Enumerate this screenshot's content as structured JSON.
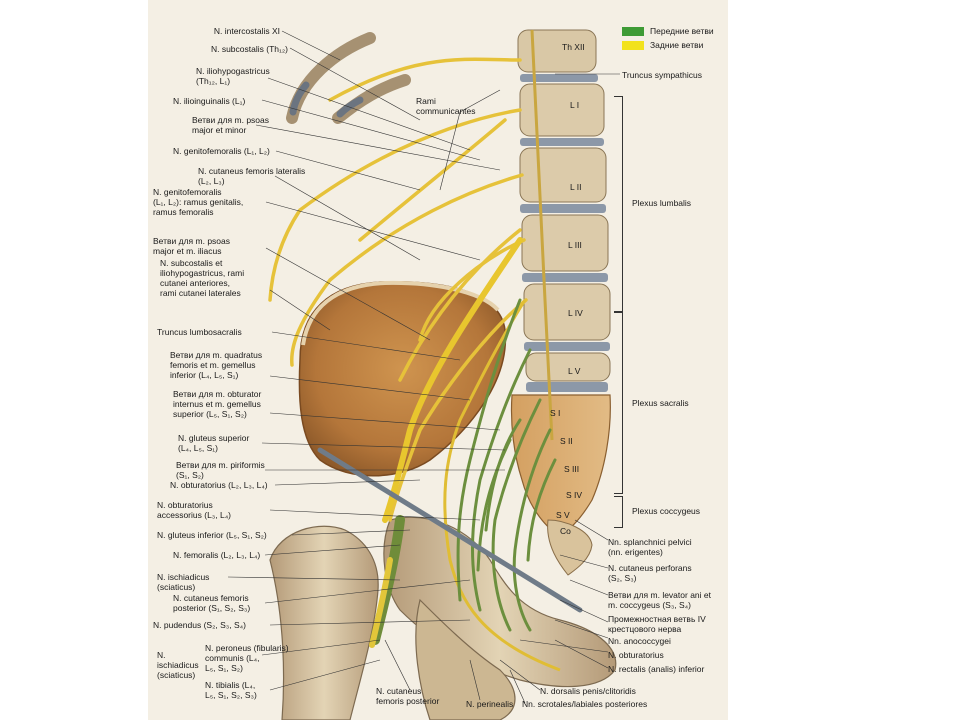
{
  "legend": {
    "items": [
      {
        "label": "Передние ветви",
        "color": "#3e9b35"
      },
      {
        "label": "Задние ветви",
        "color": "#f2e21c"
      }
    ]
  },
  "colors": {
    "nerve_yellow": "#e6c23a",
    "nerve_green": "#5c8a3c",
    "bone": "#d8c7a6",
    "ilium": "#b87a3c",
    "disc": "#8c98a8"
  },
  "left_labels": [
    [
      "N. intercostalis XI"
    ],
    [
      "N. subcostalis (Th₁₂)"
    ],
    [
      "N. iliohypogastricus",
      "(Th₁₂, L₁)"
    ],
    [
      "N. ilioinguinalis (L₁)"
    ],
    [
      "Ветви для m. psoas",
      "major et minor"
    ],
    [
      "N. genitofemoralis (L₁, L₂)"
    ],
    [
      "N. cutaneus femoris lateralis",
      "(L₂, L₃)"
    ],
    [
      "N. genitofemoralis",
      "(L₁, L₂): ramus genitalis,",
      "ramus femoralis"
    ],
    [
      "Ветви для m. psoas",
      "major et m. iliacus"
    ],
    [
      "N. subcostalis et",
      "iliohypogastricus, rami",
      "cutanei anteriores,",
      "rami cutanei laterales"
    ],
    [
      "Truncus lumbosacralis"
    ],
    [
      "Ветви для m. quadratus",
      "femoris et m. gemellus",
      "inferior (L₄, L₅, S₁)"
    ],
    [
      "Ветви для m. obturator",
      "internus et m. gemellus",
      "superior (L₅, S₁, S₂)"
    ],
    [
      "N. gluteus superior",
      "(L₄, L₅, S₁)"
    ],
    [
      "Ветви для m. piriformis",
      "(S₁, S₂)"
    ],
    [
      "N. obturatorius (L₂, L₃, L₄)"
    ],
    [
      "N. obturatorius",
      "accessorius (L₃, L₄)"
    ],
    [
      "N. gluteus inferior (L₅, S₁, S₂)"
    ],
    [
      "N. femoralis (L₂, L₃, L₄)"
    ],
    [
      "N. ischiadicus",
      "(sciaticus)"
    ],
    [
      "N. cutaneus femoris",
      "posterior (S₁, S₂, S₃)"
    ],
    [
      "N. pudendus (S₂, S₃, S₄)"
    ],
    [
      "N. ischiadicus (sciaticus)"
    ],
    [
      "N. peroneus (fibularis)",
      "communis (L₄,",
      "L₅, S₁, S₂)"
    ],
    [
      "N. tibialis (L₄,",
      "L₅, S₁, S₂, S₃)"
    ]
  ],
  "top_center_label": [
    "Rami",
    "communicantes"
  ],
  "vertebra_labels": [
    "Th XII",
    "L I",
    "L II",
    "L III",
    "L IV",
    "L V",
    "S I",
    "S II",
    "S III",
    "S IV",
    "S V",
    "Co"
  ],
  "right_labels": [
    [
      "Truncus sympathicus"
    ],
    [
      "Nn. splanchnici pelvici",
      "(nn. erigentes)"
    ],
    [
      "N. cutaneus perforans",
      "(S₂, S₃)"
    ],
    [
      "Ветви для m. levator ani et",
      "m. coccygeus (S₃, S₄)"
    ],
    [
      "Промежностная ветвь IV",
      "крестцового нерва"
    ],
    [
      "Nn. anococcygei"
    ],
    [
      "N. obturatorius"
    ],
    [
      "N. rectalis (analis) inferior"
    ]
  ],
  "bottom_labels": [
    [
      "N. dorsalis penis/clitoridis"
    ],
    [
      "N. cutaneus",
      "femoris posterior"
    ],
    [
      "N. perinealis"
    ],
    [
      "Nn. scrotales/labiales posteriores"
    ]
  ],
  "plexus": [
    "Plexus lumbalis",
    "Plexus sacralis",
    "Plexus coccygeus"
  ]
}
